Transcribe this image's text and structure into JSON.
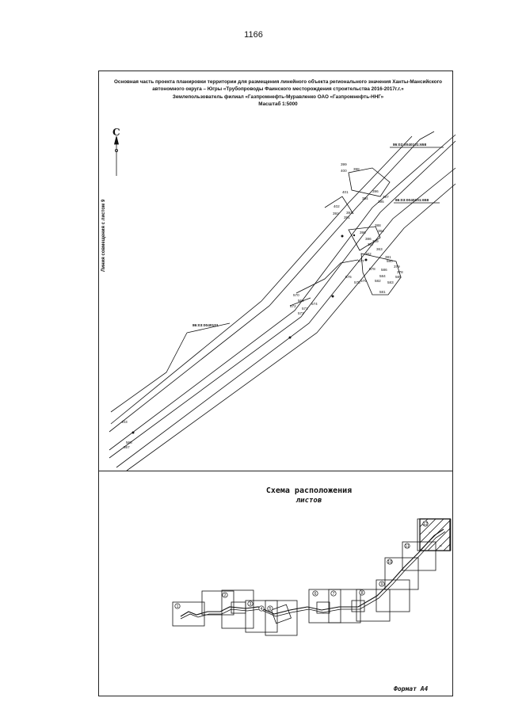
{
  "page_number": "1166",
  "header": {
    "line1": "Основная часть проекта планировки территории для размещения линейного объекта регионального значения Ханты-Мансийского",
    "line2": "автономного округа – Югры «Трубопроводы Фаинского месторождения строительства 2016-2017г.г.»",
    "line3": "Землепользователь филиал «Газпромнефть-Муравленко ОАО «Газпромнефть-ННГ»",
    "line4": "Масштаб 1:5000"
  },
  "north_label": "С",
  "side_label": "Линия совмещения с листом 9",
  "cadastral": [
    "86:02:0040101:658",
    "86:03:0040101:658",
    "86:03:0040101"
  ],
  "points": [
    "399",
    "400",
    "398",
    "396",
    "397",
    "394",
    "395",
    "402",
    "393",
    "392",
    "391",
    "390",
    "388",
    "384",
    "386",
    "387",
    "389",
    "362",
    "363",
    "381",
    "580",
    "379",
    "378",
    "577",
    "578",
    "576",
    "575",
    "579",
    "582",
    "586",
    "584",
    "585",
    "583",
    "581",
    "570",
    "572",
    "574",
    "571",
    "569",
    "573",
    "568",
    "567",
    "403",
    "401"
  ],
  "scheme": {
    "title_line1": "Схема расположения",
    "title_line2": "листов",
    "sheets": [
      "1",
      "2",
      "3",
      "4",
      "5",
      "6",
      "7",
      "8",
      "9",
      "10",
      "11",
      "12",
      "13"
    ]
  },
  "format_label": "Формат А4"
}
